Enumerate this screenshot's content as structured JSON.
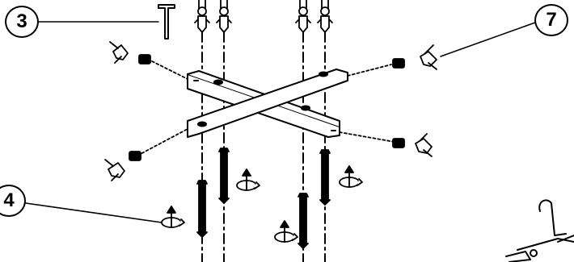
{
  "callouts": {
    "three": "3",
    "seven": "7",
    "four": "4"
  },
  "colors": {
    "ink": "#000000",
    "paper": "#ffffff"
  },
  "icons": [
    "screw-icon",
    "wall-anchor-icon",
    "rotate-arrow-icon",
    "washer-icon",
    "bolt-icon",
    "bracket-icon",
    "hand-icon",
    "fastener-icon"
  ]
}
